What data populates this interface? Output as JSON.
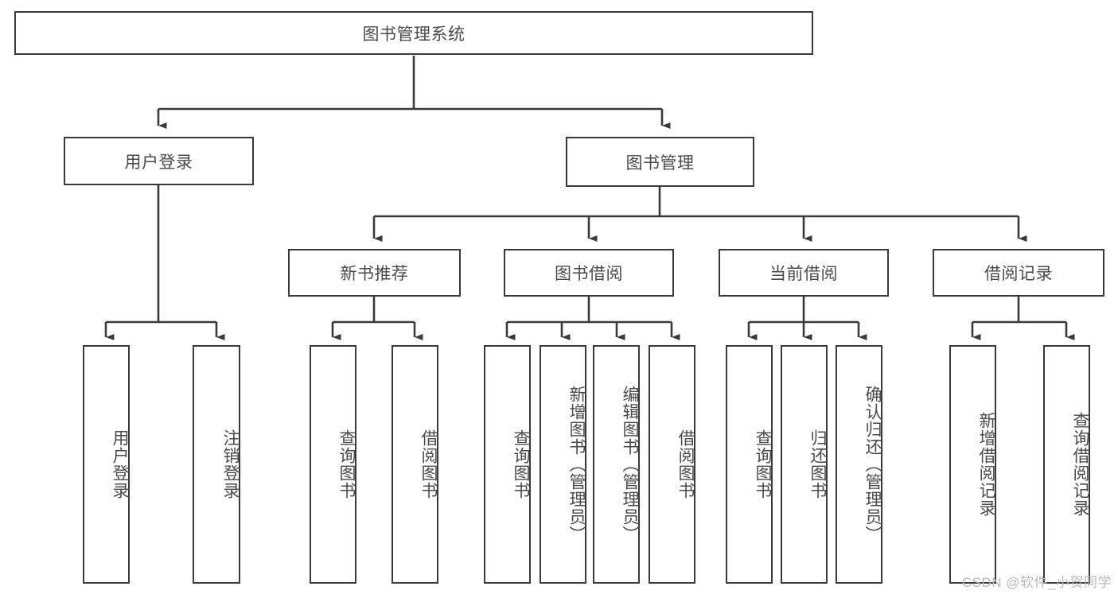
{
  "diagram": {
    "title": "图书管理系统",
    "type": "tree",
    "watermark": "CSDN @软件_小贺同学",
    "colors": {
      "stroke": "#3a3a3a",
      "text": "#4a4a4a",
      "background": "#ffffff",
      "watermark": "#b9b9b9"
    },
    "root": {
      "label": "图书管理系统"
    },
    "level2": [
      {
        "id": "user-login",
        "label": "用户登录"
      },
      {
        "id": "book-manage",
        "label": "图书管理"
      }
    ],
    "level3": [
      {
        "id": "new-book-recommend",
        "label": "新书推荐"
      },
      {
        "id": "book-borrow",
        "label": "图书借阅"
      },
      {
        "id": "current-borrow",
        "label": "当前借阅"
      },
      {
        "id": "borrow-record",
        "label": "借阅记录"
      }
    ],
    "leaves": {
      "user_login": [
        {
          "id": "leaf-user-login",
          "label": "用户登录"
        },
        {
          "id": "leaf-logout-login",
          "label": "注销登录"
        }
      ],
      "new_book_recommend": [
        {
          "id": "leaf-query-book-1",
          "label": "查询图书"
        },
        {
          "id": "leaf-borrow-book-1",
          "label": "借阅图书"
        }
      ],
      "book_borrow": [
        {
          "id": "leaf-query-book-2",
          "label": "查询图书"
        },
        {
          "id": "leaf-add-book",
          "label": "新增图书（管理员）"
        },
        {
          "id": "leaf-edit-book",
          "label": "编辑图书（管理员）"
        },
        {
          "id": "leaf-borrow-book-2",
          "label": "借阅图书"
        }
      ],
      "current_borrow": [
        {
          "id": "leaf-query-book-3",
          "label": "查询图书"
        },
        {
          "id": "leaf-return-book",
          "label": "归还图书"
        },
        {
          "id": "leaf-confirm-return",
          "label": "确认归还（管理员）"
        }
      ],
      "borrow_record": [
        {
          "id": "leaf-add-record",
          "label": "新增借阅记录"
        },
        {
          "id": "leaf-query-record",
          "label": "查询借阅记录"
        }
      ]
    }
  }
}
